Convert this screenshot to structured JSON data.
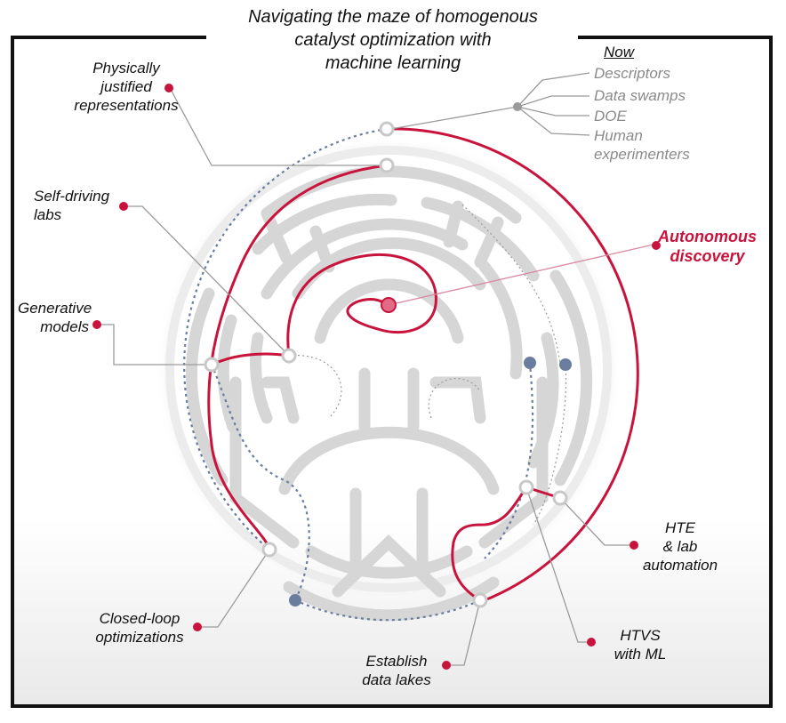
{
  "title": {
    "line1": "Navigating the maze of homogenous",
    "line2": "catalyst optimization with",
    "line3": "machine learning"
  },
  "now": {
    "heading": "Now",
    "items": [
      "Descriptors",
      "Data swamps",
      "DOE",
      "Human",
      "experimenters"
    ]
  },
  "goal": {
    "line1": "Autonomous",
    "line2": "discovery"
  },
  "milestones": {
    "physically_justified": [
      "Physically",
      "justified",
      "representations"
    ],
    "self_driving": [
      "Self-driving",
      "labs"
    ],
    "generative": [
      "Generative",
      "models"
    ],
    "closed_loop": [
      "Closed-loop",
      "optimizations"
    ],
    "data_lakes": [
      "Establish",
      "data lakes"
    ],
    "htvs": [
      "HTVS",
      "with ML"
    ],
    "hte": [
      "HTE",
      "& lab",
      "automation"
    ]
  },
  "colors": {
    "path": "#c8143c",
    "dotted_path": "#6b7d9e",
    "maze": "#d6d6d6",
    "leader": "#9a9a9a",
    "frame": "#111111",
    "now_text": "#8a8a8a"
  }
}
